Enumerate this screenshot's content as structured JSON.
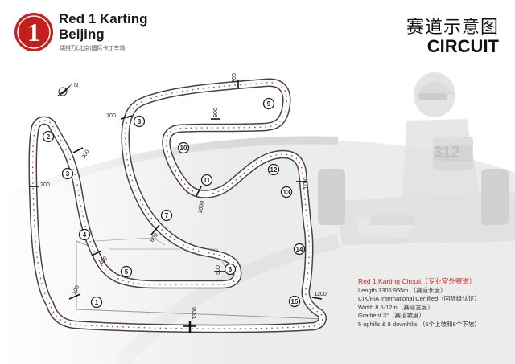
{
  "brand": {
    "logo_numeral": "1",
    "name_line1": "Red 1 Karting",
    "name_line2": "Beijing",
    "subtitle": "瑞得万(北京)国际卡丁车场"
  },
  "title": {
    "cn": "赛道示意图",
    "en": "CIRCUIT"
  },
  "compass": {
    "label": "N"
  },
  "kart_number": "312",
  "corners": [
    "1",
    "2",
    "3",
    "4",
    "5",
    "6",
    "7",
    "8",
    "9",
    "10",
    "11",
    "12",
    "13",
    "14",
    "15"
  ],
  "distance_markers": [
    "100",
    "200",
    "300",
    "400",
    "500",
    "600",
    "700",
    "800",
    "900",
    "1000",
    "1100",
    "1200",
    "1300"
  ],
  "info": {
    "heading": "Red 1 Karting Circuit（专业室外赛道）",
    "lines": [
      "Length 1306.955m （赛道长度）",
      "CIK/FIA International Certified（国际级认证）",
      "Width 8.5-12m（赛道宽度）",
      "Gradient 3°（赛道坡度）",
      "5 uphills & 8 downhills （5个上坡和8个下坡）"
    ]
  },
  "colors": {
    "accent": "#d42a2a",
    "track_outline": "#444444"
  }
}
